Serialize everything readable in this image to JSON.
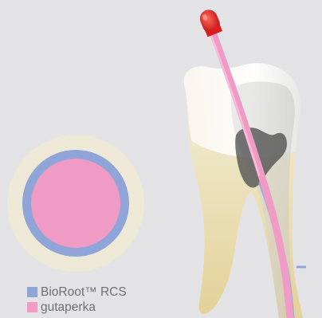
{
  "colors": {
    "background": "#e3e3e5",
    "outer_ring": "#ede9d6",
    "sealer": "#8fa5d8",
    "gutta_percha": "#f09ac6",
    "gutta_tip": "#e02828",
    "enamel": "#f4f2ea",
    "root": "#e6d8a6",
    "pulp": "#4a4a4a",
    "label_text": "#707072"
  },
  "legend": {
    "items": [
      {
        "label": "BioRoot™ RCS",
        "color": "#8fa5d8",
        "icon": "blue-square"
      },
      {
        "label": "gutaperka",
        "color": "#f09ac6",
        "icon": "pink-square"
      }
    ]
  }
}
